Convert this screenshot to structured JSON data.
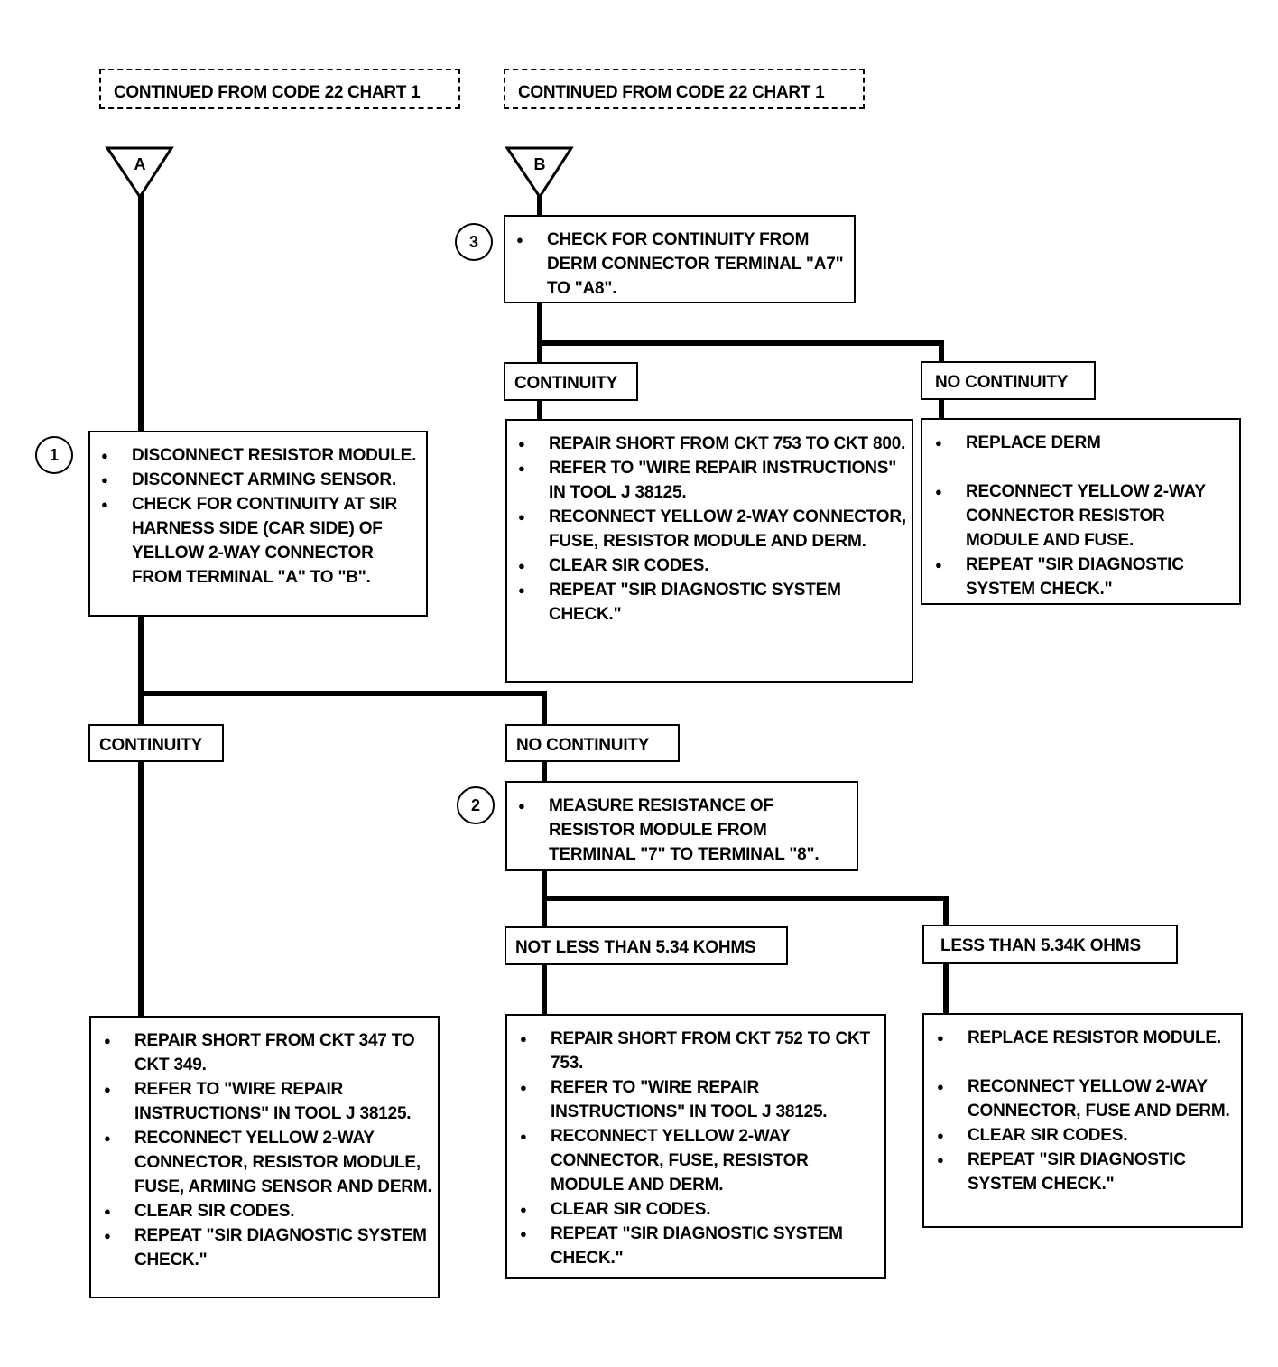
{
  "connectors": {
    "left_header": "CONTINUED FROM CODE 22 CHART 1",
    "right_header": "CONTINUED FROM CODE 22 CHART 1",
    "left_letter": "A",
    "right_letter": "B"
  },
  "step_numbers": {
    "one": "1",
    "two": "2",
    "three": "3"
  },
  "step1": {
    "items": [
      "DISCONNECT RESISTOR MODULE.",
      "DISCONNECT ARMING SENSOR.",
      "CHECK FOR CONTINUITY AT SIR HARNESS SIDE (CAR SIDE) OF YELLOW 2-WAY CONNECTOR FROM TERMINAL \"A\" TO \"B\"."
    ]
  },
  "step1_results": {
    "continuity": "CONTINUITY",
    "no_continuity": "NO CONTINUITY"
  },
  "step1_continuity_action": {
    "items": [
      "REPAIR  SHORT FROM CKT 347 TO CKT 349.",
      "REFER TO \"WIRE REPAIR INSTRUCTIONS\" IN TOOL J 38125.",
      "RECONNECT YELLOW 2-WAY CONNECTOR, RESISTOR MODULE, FUSE, ARMING SENSOR AND DERM.",
      "CLEAR SIR CODES.",
      "REPEAT \"SIR DIAGNOSTIC SYSTEM CHECK.\""
    ]
  },
  "step2": {
    "items": [
      "MEASURE RESISTANCE OF RESISTOR MODULE  FROM TERMINAL \"7\" TO TERMINAL \"8\"."
    ]
  },
  "step2_results": {
    "not_less": "NOT LESS THAN 5.34 KOHMS",
    "less": "LESS THAN 5.34K OHMS"
  },
  "step2_not_less_action": {
    "items": [
      "REPAIR SHORT FROM CKT 752 TO CKT  753.",
      "REFER TO \"WIRE REPAIR INSTRUCTIONS\" IN TOOL J 38125.",
      "RECONNECT YELLOW 2-WAY CONNECTOR, FUSE, RESISTOR MODULE AND DERM.",
      "CLEAR SIR CODES.",
      "REPEAT \"SIR DIAGNOSTIC SYSTEM CHECK.\""
    ]
  },
  "step2_less_action": {
    "items": [
      "REPLACE RESISTOR MODULE.",
      "RECONNECT YELLOW 2-WAY CONNECTOR, FUSE AND DERM.",
      "CLEAR SIR CODES.",
      "REPEAT \"SIR DIAGNOSTIC SYSTEM CHECK.\""
    ]
  },
  "step3": {
    "items": [
      "CHECK FOR CONTINUITY FROM DERM CONNECTOR TERMINAL \"A7\" TO \"A8\"."
    ]
  },
  "step3_results": {
    "continuity": "CONTINUITY",
    "no_continuity": "NO CONTINUITY"
  },
  "step3_continuity_action": {
    "items": [
      "REPAIR SHORT FROM CKT 753 TO CKT 800.",
      "REFER TO \"WIRE REPAIR INSTRUCTIONS\" IN TOOL J 38125.",
      "RECONNECT YELLOW 2-WAY CONNECTOR, FUSE, RESISTOR MODULE AND DERM.",
      "CLEAR SIR CODES.",
      "REPEAT \"SIR DIAGNOSTIC SYSTEM CHECK.\""
    ]
  },
  "step3_no_continuity_action": {
    "items": [
      "REPLACE DERM",
      "RECONNECT YELLOW 2-WAY CONNECTOR RESISTOR MODULE AND FUSE.",
      "REPEAT \"SIR DIAGNOSTIC SYSTEM CHECK.\""
    ]
  }
}
